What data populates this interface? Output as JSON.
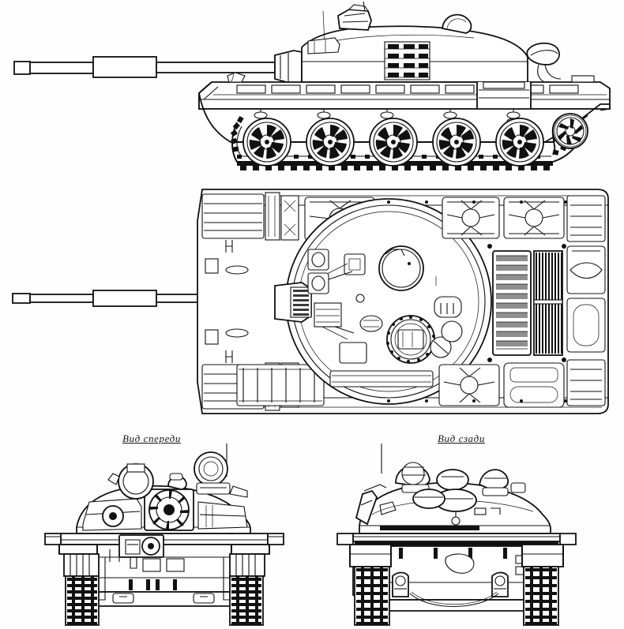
{
  "document": {
    "type": "technical-line-drawing",
    "subject": "Main battle tank orthographic projection drawing",
    "background_color": "#fefefe",
    "line_color": "#111111",
    "sheet_width": 790,
    "sheet_height": 797
  },
  "views": [
    {
      "id": "side-view",
      "name": "side-elevation",
      "caption": "",
      "description": "Left side elevation of tank with gun forward",
      "features": [
        "main gun barrel with bore evacuator",
        "turret with spare track links",
        "commander cupola and periscopes",
        "infrared searchlight",
        "antenna",
        "five road wheels",
        "rear drive sprocket",
        "front idler wheel",
        "continuous track with shoes",
        "fender stowage boxes"
      ],
      "road_wheel_count": 5
    },
    {
      "id": "top-view",
      "name": "plan-view",
      "caption": "",
      "description": "Overhead plan view of tank hull and turret",
      "features": [
        "circular turret ring",
        "commander hatch with vision ring",
        "loader hatch",
        "engine deck louvered grille",
        "radiator mesh panel",
        "external fuel drums",
        "unditching beam",
        "tool stowage boxes",
        "fender mounted fuel tanks"
      ]
    },
    {
      "id": "front-view",
      "name": "front-elevation",
      "caption": "Вид спереди",
      "description": "Front elevation of tank",
      "features": [
        "gun mantlet",
        "searchlight",
        "driver hatch",
        "headlamps",
        "glacis plate",
        "track faces",
        "fender edges",
        "towing hooks"
      ]
    },
    {
      "id": "rear-view",
      "name": "rear-elevation",
      "caption": "Вид сзади",
      "description": "Rear elevation of tank",
      "features": [
        "rear hull plate",
        "round access hatches",
        "exhaust port",
        "towing pintle",
        "turret rear stowage",
        "track faces",
        "snorkel"
      ]
    }
  ],
  "captions": {
    "front": "Вид спереди",
    "rear": "Вид сзади"
  }
}
